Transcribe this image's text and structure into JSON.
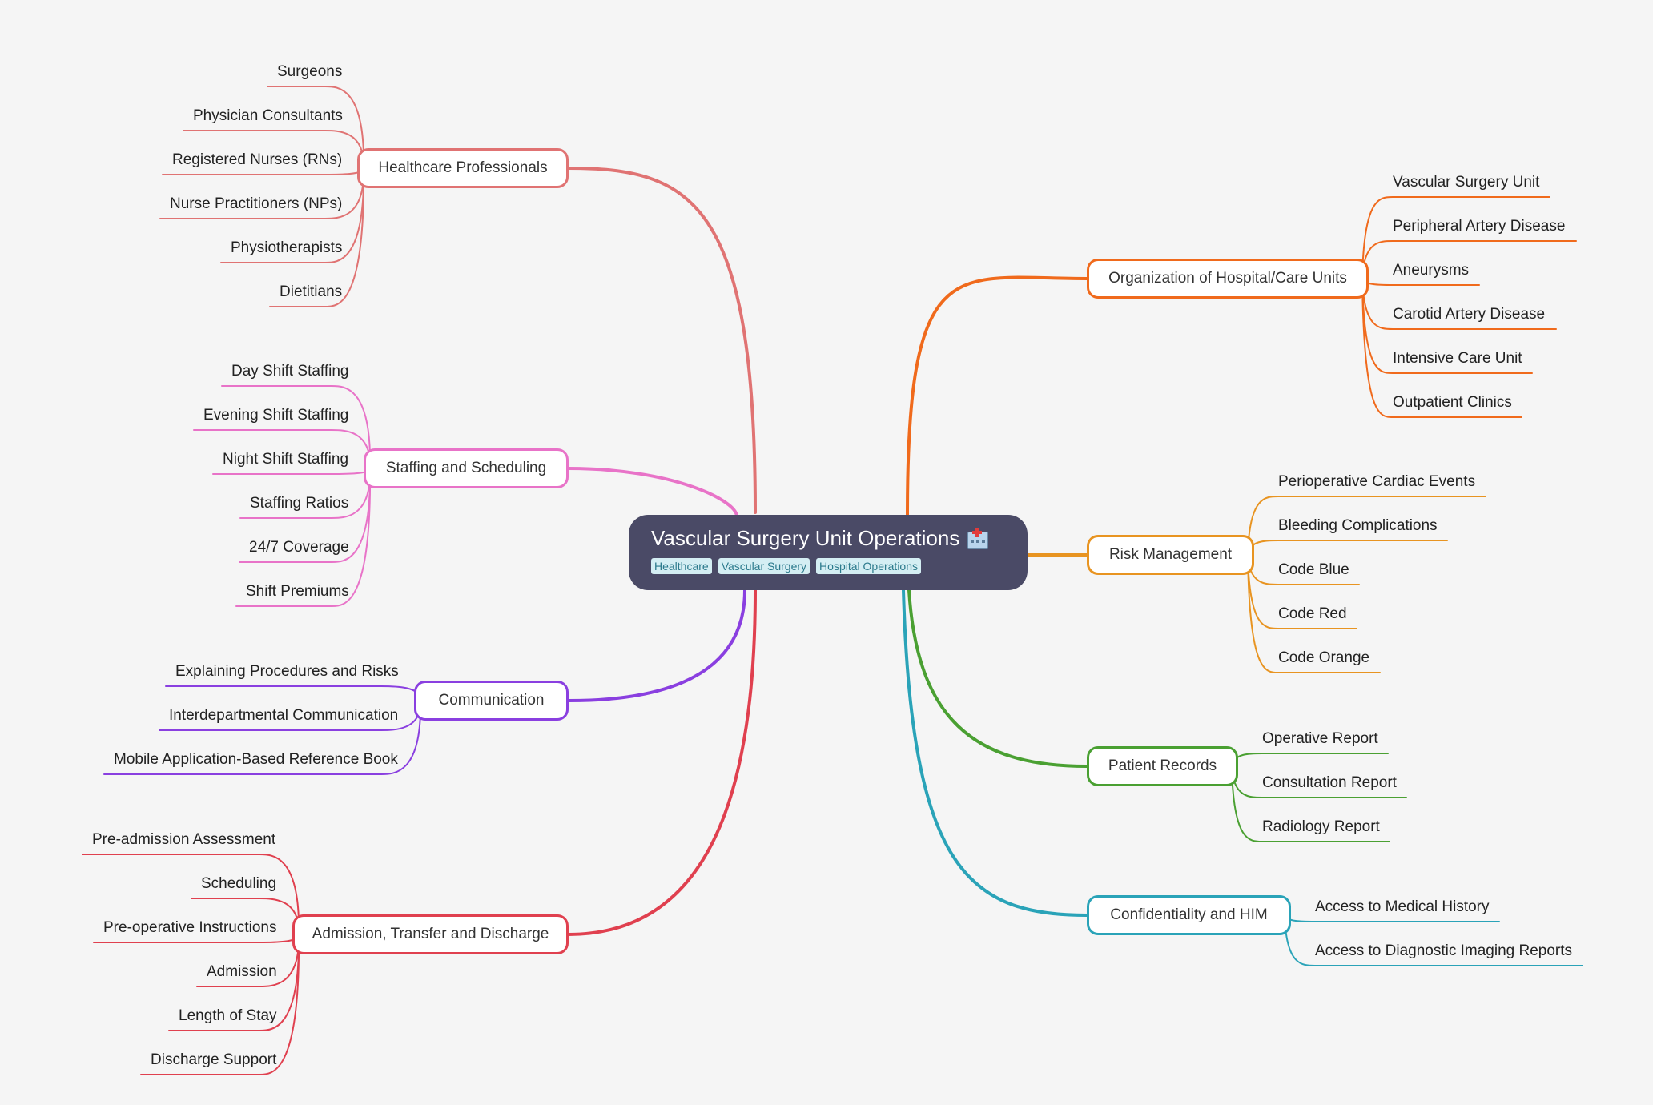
{
  "root": {
    "title": "Vascular Surgery Unit Operations",
    "icon": "hospital-icon",
    "tags": [
      "Healthcare",
      "Vascular Surgery",
      "Hospital Operations"
    ]
  },
  "branches": [
    {
      "id": "healthcare-professionals",
      "label": "Healthcare Professionals",
      "color": "#e07373",
      "side": "left",
      "children": [
        "Surgeons",
        "Physician Consultants",
        "Registered Nurses (RNs)",
        "Nurse Practitioners (NPs)",
        "Physiotherapists",
        "Dietitians"
      ]
    },
    {
      "id": "staffing-scheduling",
      "label": "Staffing and Scheduling",
      "color": "#e873c8",
      "side": "left",
      "children": [
        "Day Shift Staffing",
        "Evening Shift Staffing",
        "Night Shift Staffing",
        "Staffing Ratios",
        "24/7 Coverage",
        "Shift Premiums"
      ]
    },
    {
      "id": "communication",
      "label": "Communication",
      "color": "#8a3fe0",
      "side": "left",
      "children": [
        "Explaining Procedures and Risks",
        "Interdepartmental Communication",
        "Mobile Application-Based Reference Book"
      ]
    },
    {
      "id": "admission-transfer-discharge",
      "label": "Admission, Transfer and Discharge",
      "color": "#e0404f",
      "side": "left",
      "children": [
        "Pre-admission Assessment",
        "Scheduling",
        "Pre-operative Instructions",
        "Admission",
        "Length of Stay",
        "Discharge Support"
      ]
    },
    {
      "id": "organization",
      "label": "Organization of Hospital/Care Units",
      "color": "#f06a1c",
      "side": "right",
      "children": [
        "Vascular Surgery Unit",
        "Peripheral Artery Disease",
        "Aneurysms",
        "Carotid Artery Disease",
        "Intensive Care Unit",
        "Outpatient Clinics"
      ]
    },
    {
      "id": "risk-management",
      "label": "Risk Management",
      "color": "#e89421",
      "side": "right",
      "children": [
        "Perioperative Cardiac Events",
        "Bleeding Complications",
        "Code Blue",
        "Code Red",
        "Code Orange"
      ]
    },
    {
      "id": "patient-records",
      "label": "Patient Records",
      "color": "#4aa032",
      "side": "right",
      "children": [
        "Operative Report",
        "Consultation Report",
        "Radiology Report"
      ]
    },
    {
      "id": "confidentiality-him",
      "label": "Confidentiality and HIM",
      "color": "#2aa3b8",
      "side": "right",
      "children": [
        "Access to Medical History",
        "Access to Diagnostic Imaging Reports"
      ]
    }
  ]
}
